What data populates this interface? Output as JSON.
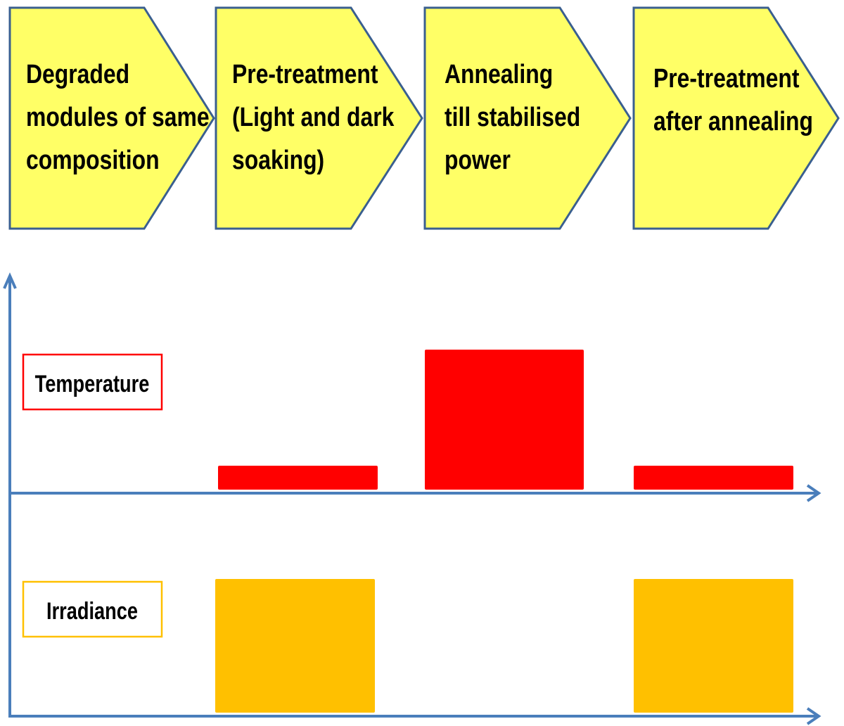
{
  "steps": [
    {
      "lines": [
        "Degraded",
        "modules of same",
        "composition"
      ]
    },
    {
      "lines": [
        "Pre-treatment",
        "(Light and dark",
        "soaking)"
      ]
    },
    {
      "lines": [
        "Annealing",
        "till stabilised",
        "power"
      ]
    },
    {
      "lines": [
        "Pre-treatment",
        "after annealing"
      ]
    }
  ],
  "legend": {
    "temperature": "Temperature",
    "irradiance": "Irradiance"
  },
  "levels": {
    "temperature": [
      "none",
      "low",
      "high",
      "low"
    ],
    "irradiance": [
      "none",
      "on",
      "off",
      "on"
    ]
  },
  "colors": {
    "step_fill": "#FFFF66",
    "step_border": "#3A5F8F",
    "axis": "#4A7EBB",
    "temperature": "#FF0000",
    "irradiance": "#FFC000"
  }
}
